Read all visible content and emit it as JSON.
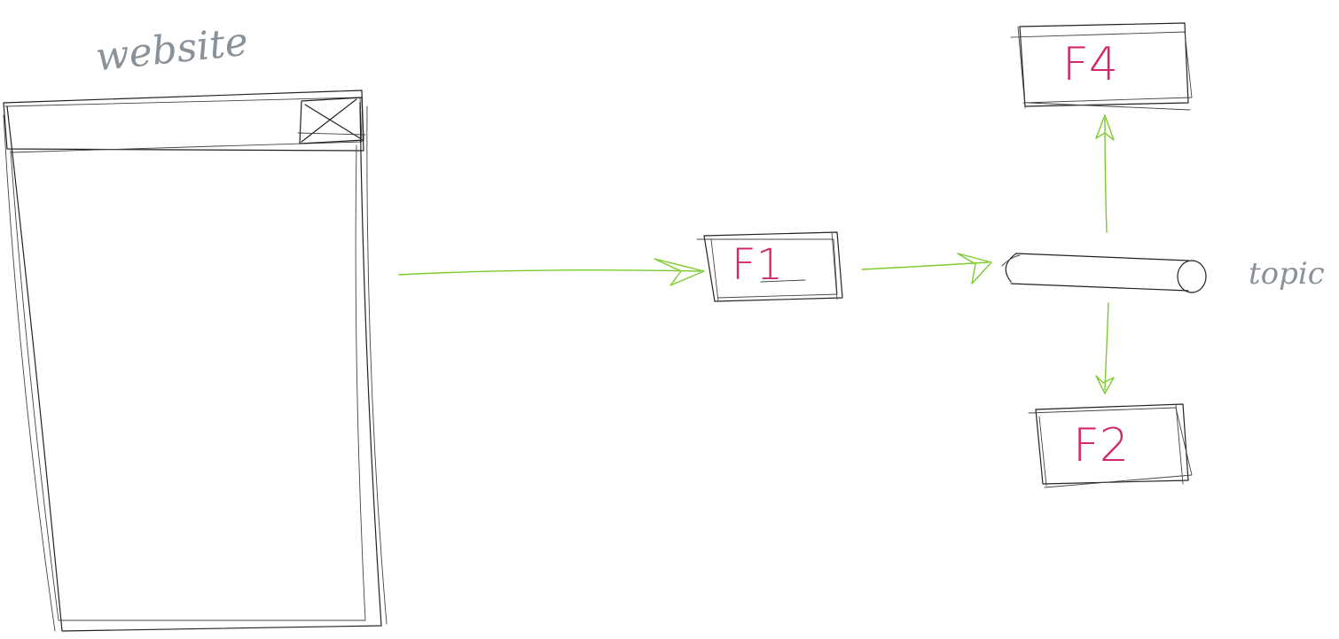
{
  "colors": {
    "ink": "#222222",
    "arrow": "#7ccc2e",
    "label": "#d2276b",
    "annotation": "#8a9299"
  },
  "annotations": {
    "website": "website",
    "topic": "topic"
  },
  "nodes": {
    "f1": {
      "label": "F1"
    },
    "f2": {
      "label": "F2"
    },
    "f4": {
      "label": "F4"
    }
  }
}
